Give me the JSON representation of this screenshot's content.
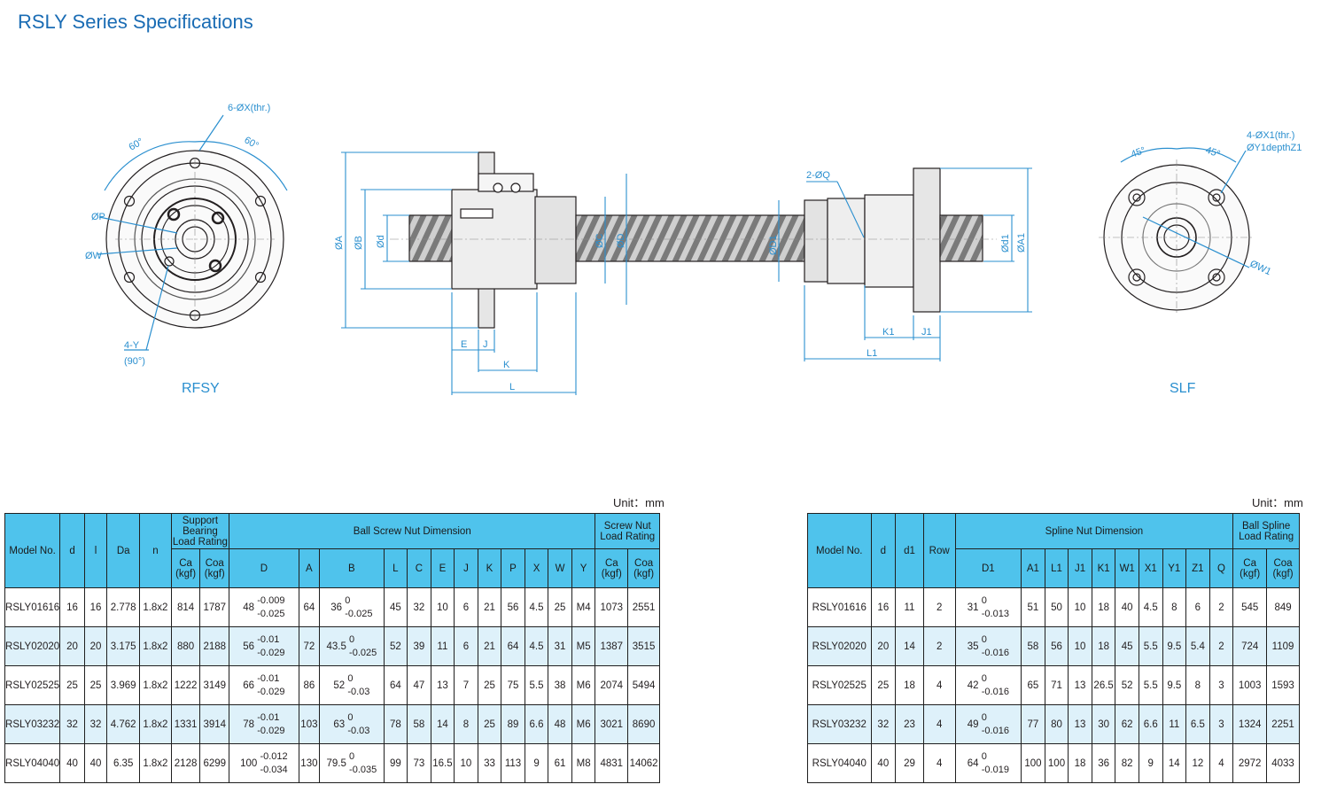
{
  "page_title": "RSLY Series Specifications",
  "drawing": {
    "left_view_label": "RFSY",
    "right_view_label": "SLF",
    "labels": {
      "holes_left": "6-ØX(thr.)",
      "angle_a": "60°",
      "angle_b": "60°",
      "dia_p": "ØP",
      "dia_w": "ØW",
      "holes_y": "4-Y",
      "holes_y_angle": "(90°)",
      "dia_a": "ØA",
      "dia_b": "ØB",
      "dia_d": "Ød",
      "dia_c": "ØC",
      "dia_dd": "ØD",
      "dim_e": "E",
      "dim_j": "J",
      "dim_k": "K",
      "dim_l": "L",
      "holes_q": "2-ØQ",
      "dia_d1": "ØD1",
      "dia_d1s": "Ød1",
      "dia_a1": "ØA1",
      "dim_k1": "K1",
      "dim_j1": "J1",
      "dim_l1": "L1",
      "holes_right_1": "4-ØX1(thr.)",
      "holes_right_2": "ØY1depthZ1",
      "angle_c": "45°",
      "angle_d": "45°",
      "dia_w1": "ØW1"
    }
  },
  "unit_label": "Unit：mm",
  "left_table": {
    "h_model": "Model No.",
    "h_d": "d",
    "h_l": "l",
    "h_da": "Da",
    "h_n": "n",
    "h_support": "Support Bearing Load Rating",
    "h_nut": "Ball Screw Nut Dimension",
    "h_screw": "Screw Nut Load Rating",
    "h_ca": "Ca",
    "h_coa": "Coa",
    "h_kgf": "(kgf)",
    "cols": [
      "D",
      "A",
      "B",
      "L",
      "C",
      "E",
      "J",
      "K",
      "P",
      "X",
      "W",
      "Y"
    ],
    "rows": [
      {
        "model": "RSLY01616",
        "d": "16",
        "l": "16",
        "da": "2.778",
        "n": "1.8x2",
        "ca": "814",
        "coa": "1787",
        "D": "48",
        "D_up": "-0.009",
        "D_lo": "-0.025",
        "A": "64",
        "B": "36",
        "B_up": "0",
        "B_lo": "-0.025",
        "L": "45",
        "C": "32",
        "E": "10",
        "J": "6",
        "K": "21",
        "P": "56",
        "X": "4.5",
        "W": "25",
        "Y": "M4",
        "sca": "1073",
        "scoa": "2551"
      },
      {
        "model": "RSLY02020",
        "d": "20",
        "l": "20",
        "da": "3.175",
        "n": "1.8x2",
        "ca": "880",
        "coa": "2188",
        "D": "56",
        "D_up": "-0.01",
        "D_lo": "-0.029",
        "A": "72",
        "B": "43.5",
        "B_up": "0",
        "B_lo": "-0.025",
        "L": "52",
        "C": "39",
        "E": "11",
        "J": "6",
        "K": "21",
        "P": "64",
        "X": "4.5",
        "W": "31",
        "Y": "M5",
        "sca": "1387",
        "scoa": "3515"
      },
      {
        "model": "RSLY02525",
        "d": "25",
        "l": "25",
        "da": "3.969",
        "n": "1.8x2",
        "ca": "1222",
        "coa": "3149",
        "D": "66",
        "D_up": "-0.01",
        "D_lo": "-0.029",
        "A": "86",
        "B": "52",
        "B_up": "0",
        "B_lo": "-0.03",
        "L": "64",
        "C": "47",
        "E": "13",
        "J": "7",
        "K": "25",
        "P": "75",
        "X": "5.5",
        "W": "38",
        "Y": "M6",
        "sca": "2074",
        "scoa": "5494"
      },
      {
        "model": "RSLY03232",
        "d": "32",
        "l": "32",
        "da": "4.762",
        "n": "1.8x2",
        "ca": "1331",
        "coa": "3914",
        "D": "78",
        "D_up": "-0.01",
        "D_lo": "-0.029",
        "A": "103",
        "B": "63",
        "B_up": "0",
        "B_lo": "-0.03",
        "L": "78",
        "C": "58",
        "E": "14",
        "J": "8",
        "K": "25",
        "P": "89",
        "X": "6.6",
        "W": "48",
        "Y": "M6",
        "sca": "3021",
        "scoa": "8690"
      },
      {
        "model": "RSLY04040",
        "d": "40",
        "l": "40",
        "da": "6.35",
        "n": "1.8x2",
        "ca": "2128",
        "coa": "6299",
        "D": "100",
        "D_up": "-0.012",
        "D_lo": "-0.034",
        "A": "130",
        "B": "79.5",
        "B_up": "0",
        "B_lo": "-0.035",
        "L": "99",
        "C": "73",
        "E": "16.5",
        "J": "10",
        "K": "33",
        "P": "113",
        "X": "9",
        "W": "61",
        "Y": "M8",
        "sca": "4831",
        "scoa": "14062"
      }
    ]
  },
  "right_table": {
    "h_model": "Model No.",
    "h_d": "d",
    "h_d1": "d1",
    "h_row": "Row",
    "h_spline": "Spline Nut Dimension",
    "h_rating": "Ball Spline Load Rating",
    "h_ca": "Ca",
    "h_coa": "Coa",
    "h_kgf": "(kgf)",
    "cols": [
      "D1",
      "A1",
      "L1",
      "J1",
      "K1",
      "W1",
      "X1",
      "Y1",
      "Z1",
      "Q"
    ],
    "rows": [
      {
        "model": "RSLY01616",
        "d": "16",
        "d1": "11",
        "row": "2",
        "D1": "31",
        "D1_up": "0",
        "D1_lo": "-0.013",
        "A1": "51",
        "L1": "50",
        "J1": "10",
        "K1": "18",
        "W1": "40",
        "X1": "4.5",
        "Y1": "8",
        "Z1": "6",
        "Q": "2",
        "ca": "545",
        "coa": "849"
      },
      {
        "model": "RSLY02020",
        "d": "20",
        "d1": "14",
        "row": "2",
        "D1": "35",
        "D1_up": "0",
        "D1_lo": "-0.016",
        "A1": "58",
        "L1": "56",
        "J1": "10",
        "K1": "18",
        "W1": "45",
        "X1": "5.5",
        "Y1": "9.5",
        "Z1": "5.4",
        "Q": "2",
        "ca": "724",
        "coa": "1109"
      },
      {
        "model": "RSLY02525",
        "d": "25",
        "d1": "18",
        "row": "4",
        "D1": "42",
        "D1_up": "0",
        "D1_lo": "-0.016",
        "A1": "65",
        "L1": "71",
        "J1": "13",
        "K1": "26.5",
        "W1": "52",
        "X1": "5.5",
        "Y1": "9.5",
        "Z1": "8",
        "Q": "3",
        "ca": "1003",
        "coa": "1593"
      },
      {
        "model": "RSLY03232",
        "d": "32",
        "d1": "23",
        "row": "4",
        "D1": "49",
        "D1_up": "0",
        "D1_lo": "-0.016",
        "A1": "77",
        "L1": "80",
        "J1": "13",
        "K1": "30",
        "W1": "62",
        "X1": "6.6",
        "Y1": "11",
        "Z1": "6.5",
        "Q": "3",
        "ca": "1324",
        "coa": "2251"
      },
      {
        "model": "RSLY04040",
        "d": "40",
        "d1": "29",
        "row": "4",
        "D1": "64",
        "D1_up": "0",
        "D1_lo": "-0.019",
        "A1": "100",
        "L1": "100",
        "J1": "18",
        "K1": "36",
        "W1": "82",
        "X1": "9",
        "Y1": "14",
        "Z1": "12",
        "Q": "4",
        "ca": "2972",
        "coa": "4033"
      }
    ]
  }
}
